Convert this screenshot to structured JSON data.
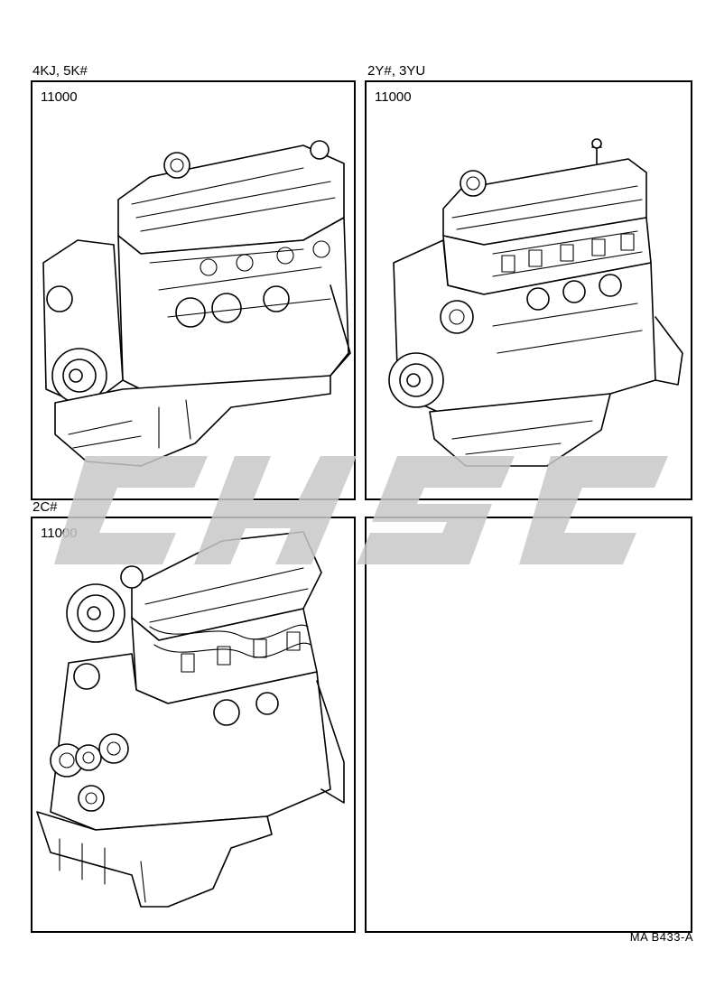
{
  "panels": [
    {
      "id": "top-left",
      "caption": "4KJ, 5K#",
      "part_number": "11000",
      "illustration": "engine-assembly-icon"
    },
    {
      "id": "top-right",
      "caption": "2Y#, 3YU",
      "part_number": "11000",
      "illustration": "engine-assembly-icon"
    },
    {
      "id": "bottom-left",
      "caption": "2C#",
      "part_number": "11000",
      "illustration": "engine-assembly-icon"
    },
    {
      "id": "bottom-right",
      "caption": "",
      "part_number": "",
      "illustration": ""
    }
  ],
  "footer": {
    "code": "MA  B433-A"
  },
  "watermark": {
    "color": "#c8c8c8"
  }
}
